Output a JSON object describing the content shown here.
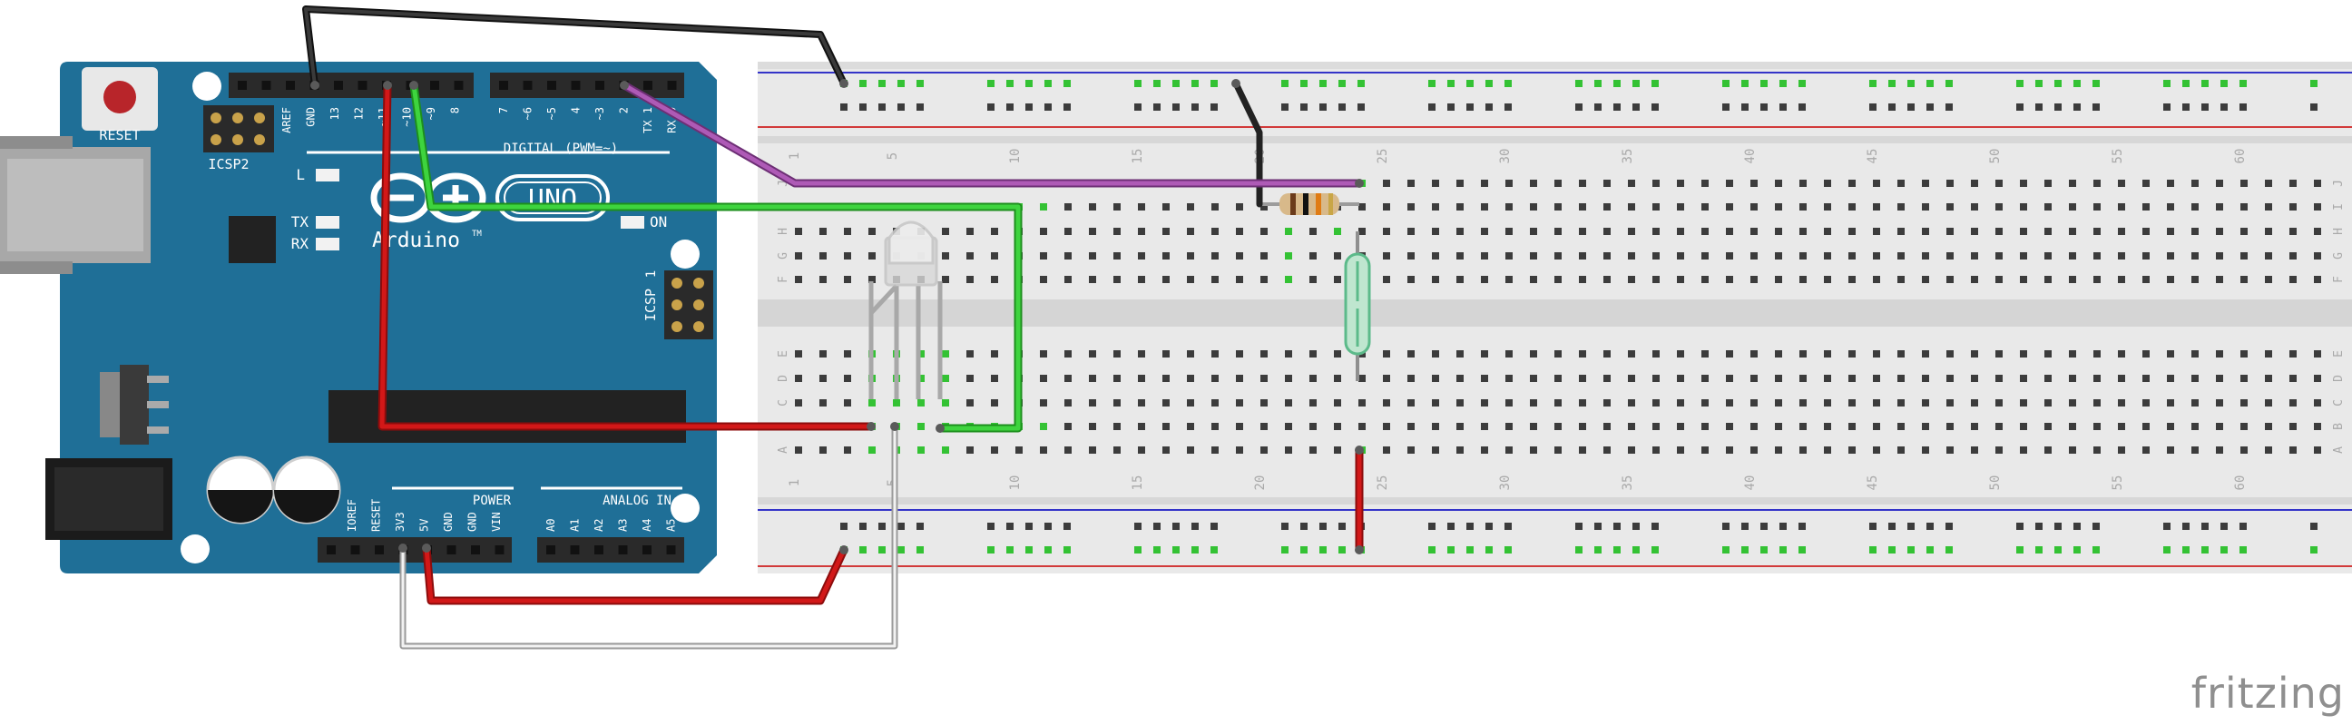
{
  "arduino": {
    "reset_label": "RESET",
    "icsp2_label": "ICSP2",
    "icsp_label": "ICSP",
    "icsp_pin1": "1",
    "l_led": "L",
    "tx_led": "TX",
    "rx_led": "RX",
    "on_led": "ON",
    "brand": "Arduino",
    "tm": "TM",
    "model": "UNO",
    "digital_label": "DIGITAL (PWM=~)",
    "power_label": "POWER",
    "analog_label": "ANALOG IN",
    "top_pins": [
      "AREF",
      "GND",
      "13",
      "12",
      "~11",
      "~10",
      "~9",
      "8",
      "7",
      "~6",
      "~5",
      "4",
      "~3",
      "2",
      "TX 1",
      "RX 0"
    ],
    "power_pins": [
      "IOREF",
      "RESET",
      "3V3",
      "5V",
      "GND",
      "GND",
      "VIN"
    ],
    "analog_pins": [
      "A0",
      "A1",
      "A2",
      "A3",
      "A4",
      "A5"
    ]
  },
  "breadboard": {
    "column_numbers": [
      "1",
      "5",
      "10",
      "15",
      "20",
      "25",
      "30",
      "35",
      "40",
      "45",
      "50",
      "55",
      "60"
    ],
    "rows_top": [
      "J",
      "I",
      "H",
      "G",
      "F"
    ],
    "rows_bottom": [
      "E",
      "D",
      "C",
      "B",
      "A"
    ]
  },
  "watermark": "fritzing",
  "colors": {
    "board": "#1f6f97",
    "wire_black": "#222222",
    "wire_red": "#c81414",
    "wire_green": "#33c433",
    "wire_purple": "#a04fa8",
    "wire_white": "#d8d8d8",
    "breadboard": "#e6e6e6",
    "hole_green": "#34c234"
  }
}
